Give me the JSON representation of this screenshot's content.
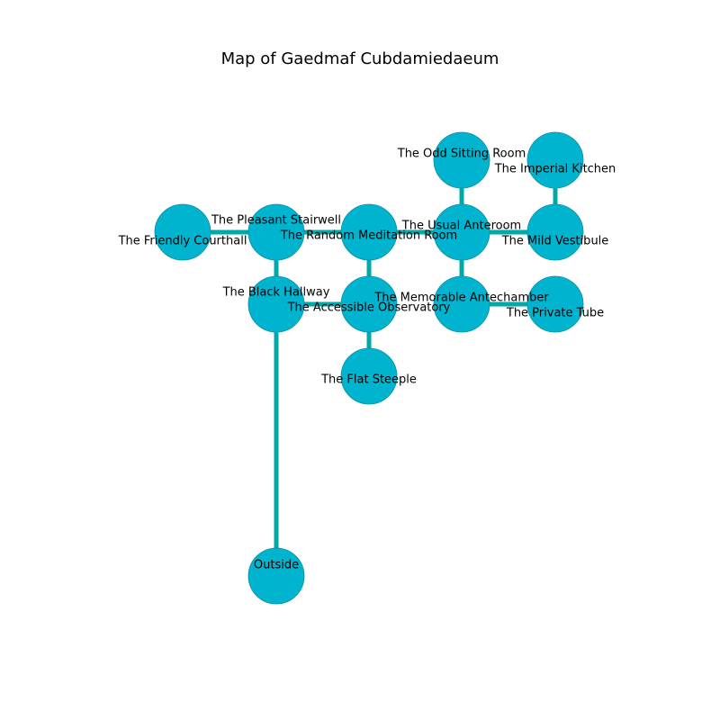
{
  "title": "Map of Gaedmaf Cubdamiedaeum",
  "colors": {
    "node_fill": "#00b4d0",
    "node_stroke": "#0a8ea3",
    "edge": "#00a8a8",
    "background": "#ffffff"
  },
  "rooms": [
    {
      "id": "friendly-courthall",
      "label": "The Friendly Courthall"
    },
    {
      "id": "pleasant-stairwell",
      "label": "The Pleasant Stairwell"
    },
    {
      "id": "random-meditation-room",
      "label": "The Random Meditation Room"
    },
    {
      "id": "usual-anteroom",
      "label": "The Usual Anteroom"
    },
    {
      "id": "mild-vestibule",
      "label": "The Mild Vestibule"
    },
    {
      "id": "odd-sitting-room",
      "label": "The Odd Sitting Room"
    },
    {
      "id": "imperial-kitchen",
      "label": "The Imperial Kitchen"
    },
    {
      "id": "black-hallway",
      "label": "The Black Hallway"
    },
    {
      "id": "accessible-observatory",
      "label": "The Accessible Observatory"
    },
    {
      "id": "memorable-antechamber",
      "label": "The Memorable Antechamber"
    },
    {
      "id": "private-tube",
      "label": "The Private Tube"
    },
    {
      "id": "flat-steeple",
      "label": "The Flat Steeple"
    },
    {
      "id": "outside",
      "label": "Outside"
    }
  ],
  "connections": [
    [
      "friendly-courthall",
      "pleasant-stairwell"
    ],
    [
      "pleasant-stairwell",
      "random-meditation-room"
    ],
    [
      "random-meditation-room",
      "usual-anteroom"
    ],
    [
      "usual-anteroom",
      "mild-vestibule"
    ],
    [
      "usual-anteroom",
      "odd-sitting-room"
    ],
    [
      "mild-vestibule",
      "imperial-kitchen"
    ],
    [
      "pleasant-stairwell",
      "black-hallway"
    ],
    [
      "black-hallway",
      "accessible-observatory"
    ],
    [
      "random-meditation-room",
      "accessible-observatory"
    ],
    [
      "usual-anteroom",
      "memorable-antechamber"
    ],
    [
      "memorable-antechamber",
      "private-tube"
    ],
    [
      "accessible-observatory",
      "flat-steeple"
    ],
    [
      "black-hallway",
      "outside"
    ]
  ]
}
